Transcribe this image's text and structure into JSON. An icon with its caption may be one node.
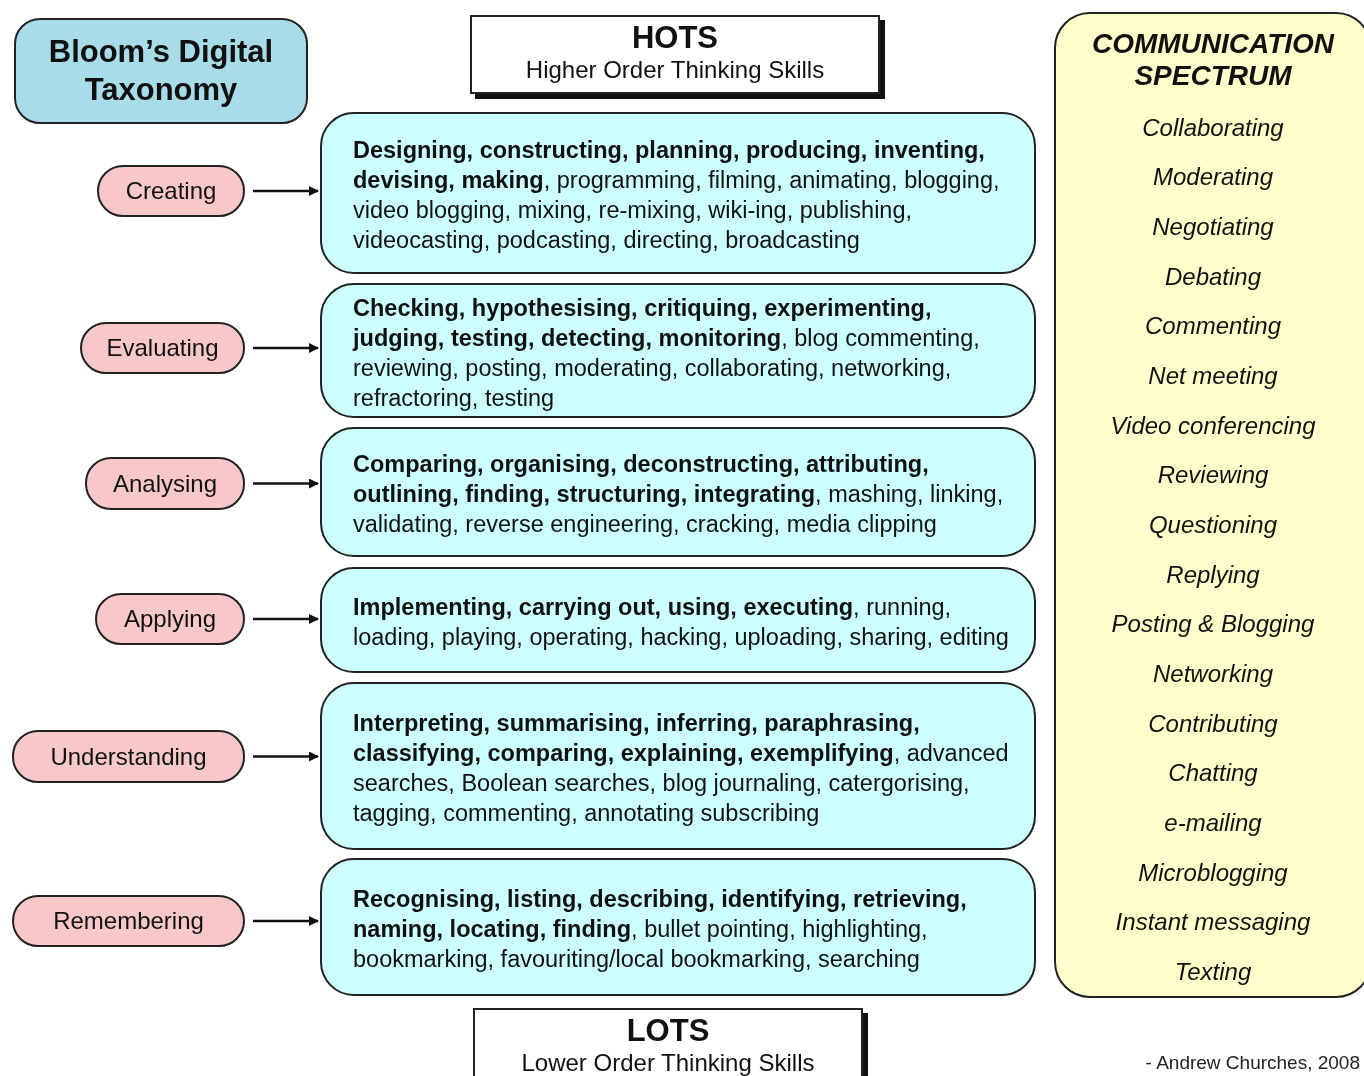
{
  "diagram": {
    "nodes": [
      {
        "text": [
          "Bloom’s Digital Taxonomy"
        ]
      },
      {
        "text": [
          "HOTS",
          "Higher Order Thinking Skills"
        ]
      },
      {
        "text": [
          "COMMUNICATION SPECTRUM",
          "Collaborating",
          "Moderating",
          "Negotiating",
          "Debating",
          "Commenting",
          "Net meeting",
          "Video conferencing",
          "Reviewing",
          "Questioning",
          "Replying",
          "Posting & Blogging",
          "Networking",
          "Contributing",
          "Chatting",
          "e-mailing",
          "Microblogging",
          "Instant messaging",
          "Texting"
        ]
      },
      {
        "text": [
          "Creating"
        ]
      },
      {
        "text": [
          "**Designing, constructing, planning, producing, inventing, devising, making**, programming, filming, animating, blogging, video blogging, mixing, re-mixing, wiki-ing, publishing, videocasting, podcasting, directing, broadcasting"
        ]
      },
      {
        "text": [
          "Evaluating"
        ]
      },
      {
        "text": [
          "**Checking, hypothesising, critiquing, experimenting, judging, testing, detecting, monitoring**, blog commenting, reviewing, posting, moderating, collaborating, networking, refractoring, testing"
        ]
      },
      {
        "text": [
          "Analysing"
        ]
      },
      {
        "text": [
          "**Comparing, organising, deconstructing, attributing, outlining, finding, structuring, integrating**, mashing, linking, validating, reverse engineering, cracking, media clipping"
        ]
      },
      {
        "text": [
          "Applying"
        ]
      },
      {
        "text": [
          "**Implementing, carrying out, using, executing**, running, loading, playing, operating, hacking, uploading, sharing, editing"
        ]
      },
      {
        "text": [
          "Understanding"
        ]
      },
      {
        "text": [
          "**Interpreting, summarising, inferring, paraphrasing, classifying, comparing, explaining, exemplifying**, advanced searches, Boolean searches, blog journaling, catergorising, tagging, commenting, annotating subscribing"
        ]
      },
      {
        "text": [
          "Remembering"
        ]
      },
      {
        "text": [
          "**Recognising, listing, describing, identifying, retrieving, naming, locating, finding**, bullet pointing, highlighting, bookmarking, favouriting/local bookmarking, searching"
        ]
      },
      {
        "text": [
          "LOTS",
          "Lower Order Thinking Skills"
        ]
      }
    ],
    "edges": [
      {
        "from": 3,
        "to": 4,
        "arrow": "to"
      },
      {
        "from": 5,
        "to": 6,
        "arrow": "to"
      },
      {
        "from": 7,
        "to": 8,
        "arrow": "to"
      },
      {
        "from": 9,
        "to": 10,
        "arrow": "to"
      },
      {
        "from": 11,
        "to": 12,
        "arrow": "to"
      },
      {
        "from": 13,
        "to": 14,
        "arrow": "to"
      }
    ],
    "labels": [
      "- Andrew Churches, 2008"
    ]
  }
}
